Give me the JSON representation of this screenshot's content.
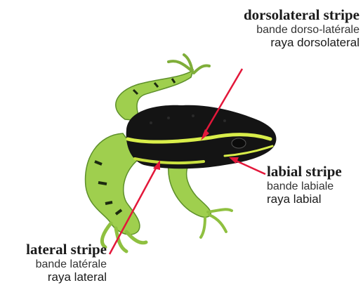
{
  "labels": {
    "dorsolateral": {
      "en": "dorsolateral stripe",
      "fr": "bande dorso-latérale",
      "es": "raya dorsolateral"
    },
    "labial": {
      "en": "labial stripe",
      "fr": "bande labiale",
      "es": "raya labial"
    },
    "lateral": {
      "en": "lateral stripe",
      "fr": "bande latérale",
      "es": "raya lateral"
    }
  },
  "colors": {
    "pointer": "#e3173a",
    "frog_green": "#9fcf4e",
    "frog_green_dark": "#5d8f2a",
    "frog_black": "#141414",
    "stripe_yellow": "#d9ee4a"
  }
}
